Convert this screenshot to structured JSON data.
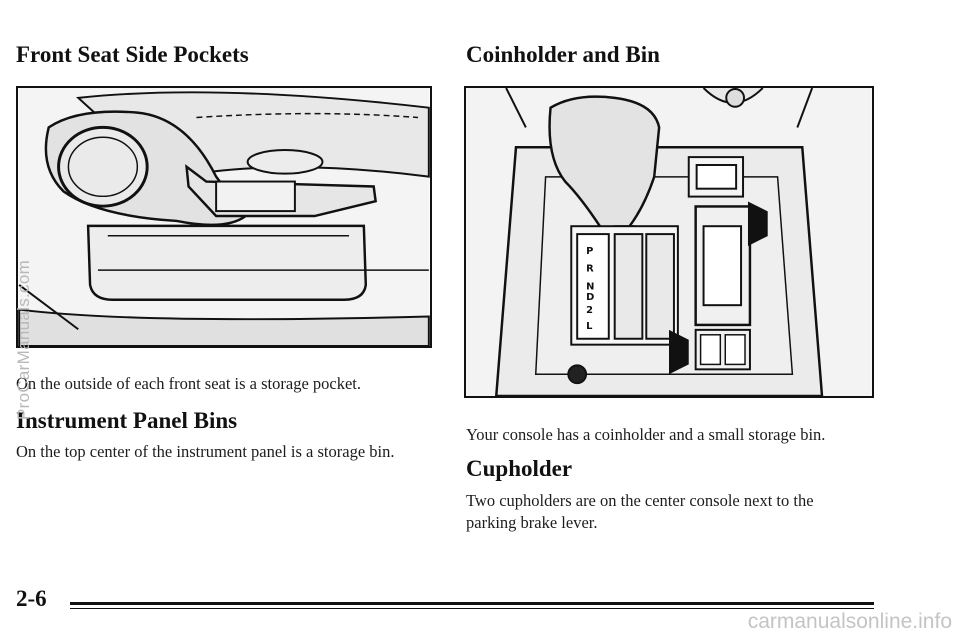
{
  "left": {
    "section1": {
      "title": "Front Seat Side Pockets",
      "caption": "On the outside of each front seat is a storage pocket."
    },
    "section2": {
      "title": "Instrument Panel Bins",
      "body": "On the top center of the instrument panel is a storage bin."
    }
  },
  "right": {
    "section1": {
      "title": "Coinholder and Bin",
      "caption": "Your console has a coinholder and a small storage bin."
    },
    "section2": {
      "title": "Cupholder",
      "body": "Two cupholders are on the center console next to the parking brake lever."
    }
  },
  "shifter_labels": [
    "P",
    "R",
    "N",
    "D",
    "2",
    "L"
  ],
  "footer": {
    "page_number": "2-6"
  },
  "watermarks": {
    "side": "ProCarManuals.com",
    "bottom": "carmanualsonline.info"
  }
}
